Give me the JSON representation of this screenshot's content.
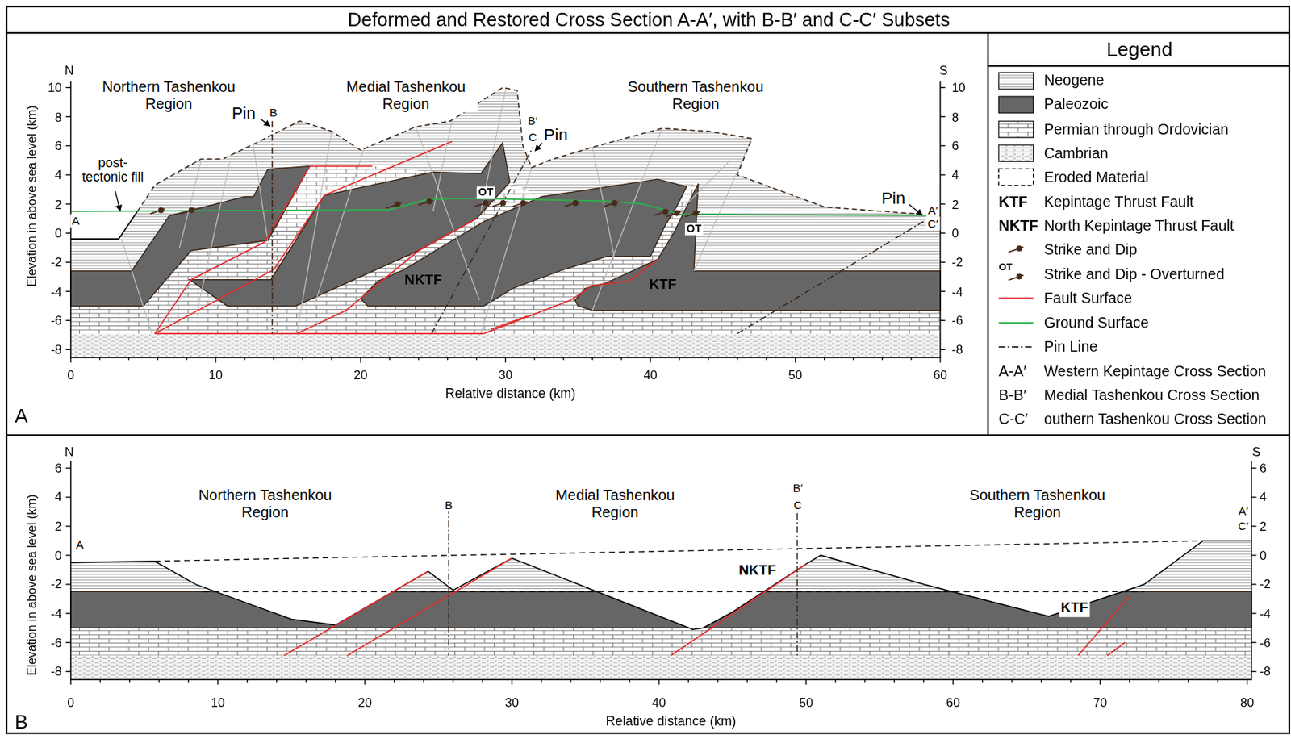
{
  "diagram": {
    "title": "Deformed and Restored Cross Section A-A′, with B-B′ and C-C′ Subsets",
    "labels": [
      "N",
      "S",
      "Northern Tashenkou Region",
      "Medial Tashenkou Region",
      "Southern Tashenkou Region",
      "Pin",
      "B",
      "B′",
      "C",
      "Pin",
      "post-tectonic fill",
      "A",
      "Pin",
      "A′",
      "C′",
      "OT",
      "OT",
      "NKTF",
      "KTF",
      "Elevation in above sea level (km)",
      "Relative distance (km)",
      "A",
      "10",
      "8",
      "6",
      "4",
      "2",
      "0",
      "-2",
      "-4",
      "-6",
      "-8",
      "10",
      "8",
      "6",
      "4",
      "2",
      "0",
      "-2",
      "-4",
      "-6",
      "-8",
      "0",
      "10",
      "20",
      "30",
      "40",
      "50",
      "60",
      "Legend",
      "KTF",
      "NKTF",
      "OT",
      "A-A′",
      "B-B′",
      "C-C′",
      "N",
      "S",
      "Northern Tashenkou Region",
      "Medial Tashenkou Region",
      "Southern Tashenkou Region",
      "B",
      "B′",
      "C",
      "A",
      "A′",
      "C′",
      "NKTF",
      "KTF",
      "Elevation in above sea level (km)",
      "Relative distance (km)",
      "B",
      "6",
      "4",
      "2",
      "0",
      "-2",
      "-4",
      "-6",
      "-8",
      "6",
      "4",
      "2",
      "0",
      "-2",
      "-4",
      "-6",
      "-8",
      "0",
      "10",
      "20",
      "30",
      "40",
      "50",
      "60",
      "70",
      "80"
    ],
    "legend": [
      {
        "text": "Neogene"
      },
      {
        "text": "Paleozoic",
        "color": "#666666"
      },
      {
        "text": "Permian through Ordovician"
      },
      {
        "text": "Cambrian"
      },
      {
        "text": "Eroded Material"
      },
      {
        "text": "Kepintage Thrust Fault"
      },
      {
        "text": "North Kepintage Thrust Fault"
      },
      {
        "text": "Strike and Dip"
      },
      {
        "text": "Strike and Dip - Overturned"
      },
      {
        "text": "Fault Surface"
      },
      {
        "text": "Ground Surface"
      },
      {
        "text": "Pin Line"
      },
      {
        "text": "Western Kepintage Cross Section"
      },
      {
        "text": "Medial Tashenkou Cross Section"
      },
      {
        "text": "outhern Tashenkou Cross Section"
      }
    ]
  }
}
